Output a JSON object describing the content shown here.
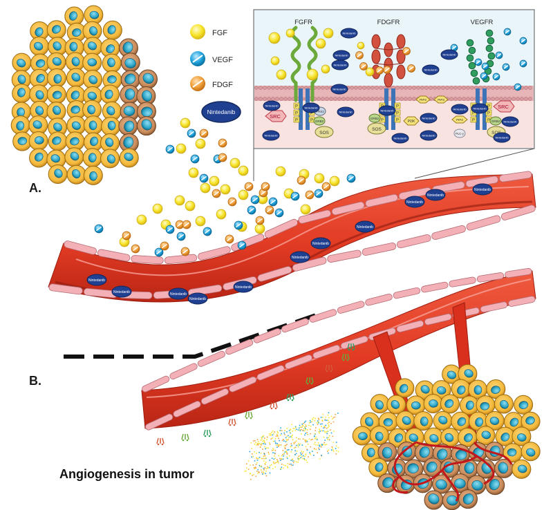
{
  "legend": {
    "fgf": "FGF",
    "vegf": "VEGF",
    "fdgf": "FDGF",
    "drug": "Nintedanib"
  },
  "receptors": {
    "fgfr": "FGFR",
    "fdgfr": "FDGFR",
    "vegfr": "VEGFR"
  },
  "panels": {
    "a": "A.",
    "b": "B."
  },
  "caption": "Angiogenesis in tumor",
  "signals": {
    "src": "SRC",
    "sos": "SOS",
    "grb2": "GRB2",
    "pi3k": "PI3K",
    "plcg": "PLC-γ",
    "pip2": "PIP2",
    "pip3": "PIP3",
    "frs2": "FRS2",
    "p": "P"
  },
  "colors": {
    "fgf": "#f7e52a",
    "vegf": "#1fa3dd",
    "fdgf": "#f0a03a",
    "nintedanib": "#1f3f91",
    "vessel": "#e23b24",
    "vessel_wall": "#f0a4ab",
    "tumor_cell": "#f3b93b",
    "nucleus": "#2ea6c7",
    "membrane": "#d99aa0"
  }
}
